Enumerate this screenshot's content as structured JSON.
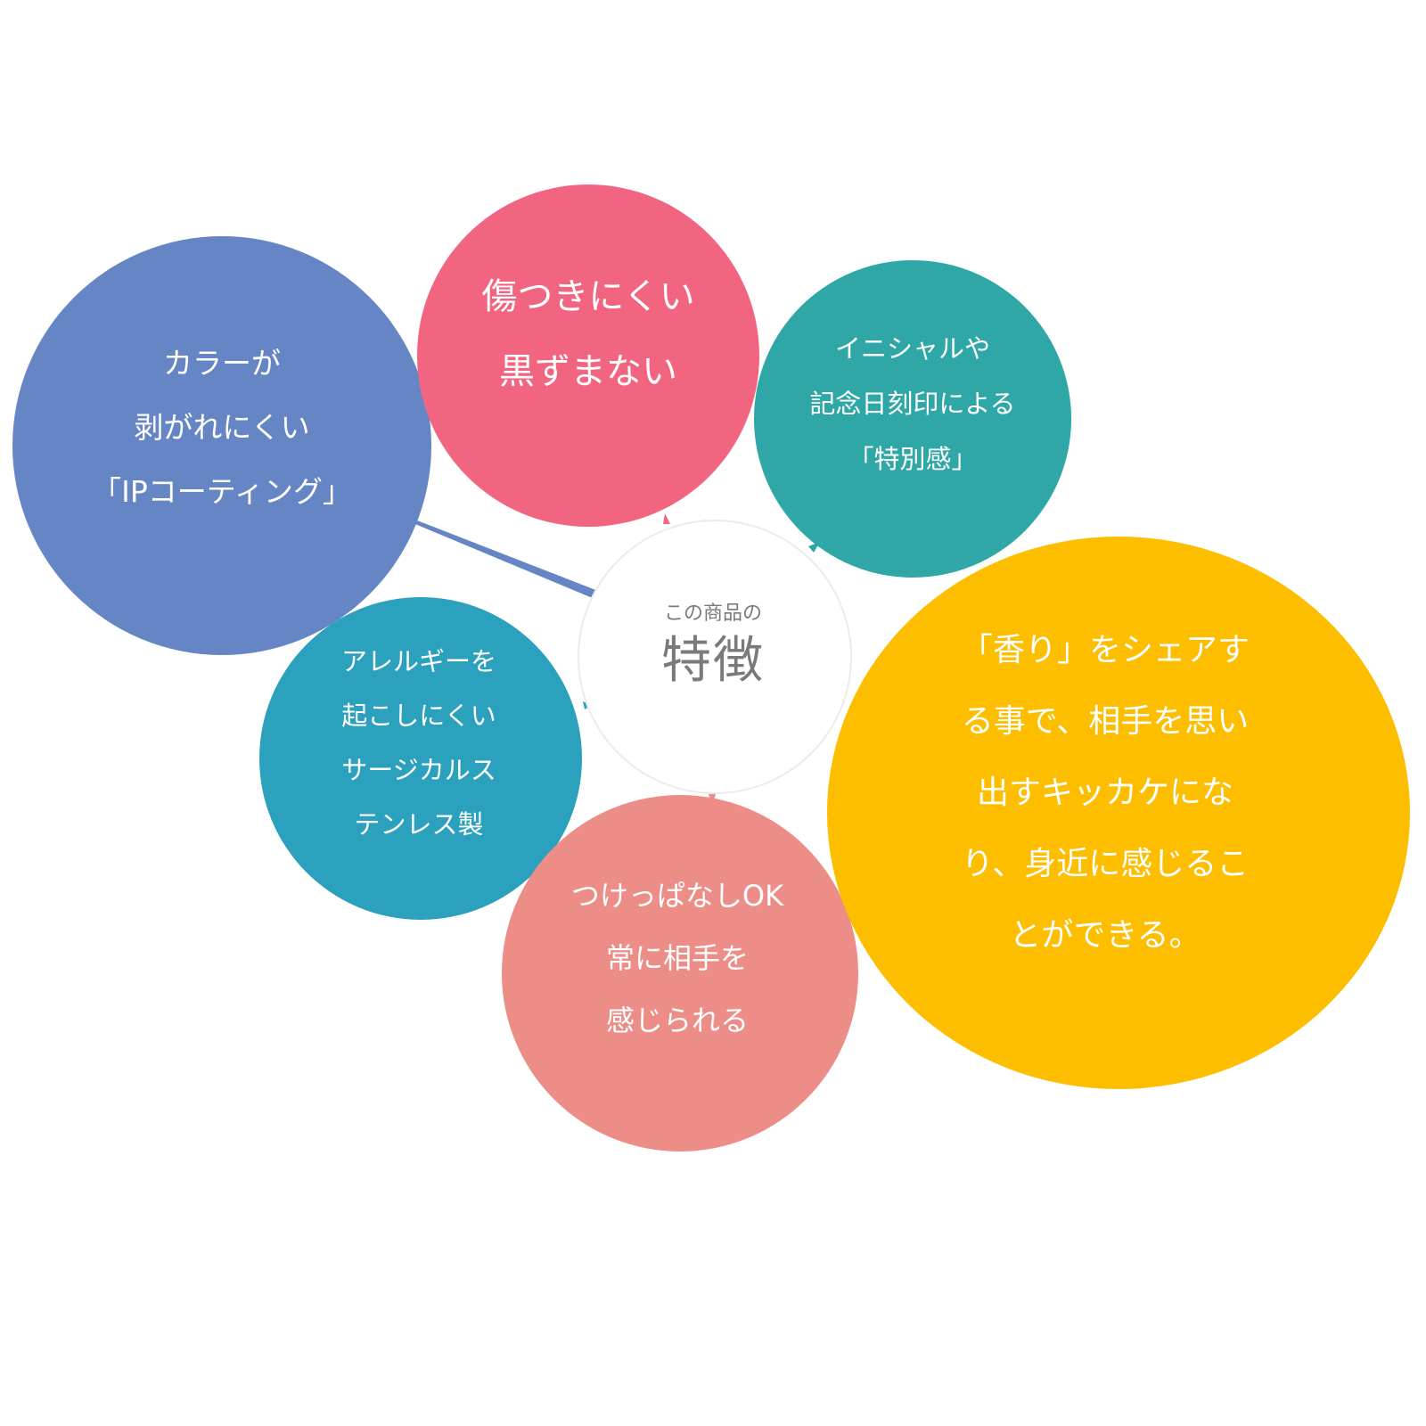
{
  "colors": {
    "background": "#ffffff",
    "blue": "#6585C4",
    "pink": "#F26580",
    "teal": "#2EA7A6",
    "yellow": "#FDBE00",
    "cyan": "#2BA1BD",
    "salmon": "#EC8D87",
    "center_fill": "#ffffff",
    "center_border": "#EBEBEB",
    "center_text": "#7a7a7a",
    "bubble_text": "#ffffff"
  },
  "center": {
    "subtitle": "この商品の",
    "title": "特徴"
  },
  "features": [
    {
      "id": "blue",
      "lines": [
        "カラーが",
        "剥がれにくい",
        "「IPコーティング」"
      ]
    },
    {
      "id": "pink",
      "lines": [
        "傷つきにくい",
        "黒ずまない"
      ]
    },
    {
      "id": "teal",
      "lines": [
        "イニシャルや",
        "記念日刻印による",
        "「特別感」"
      ]
    },
    {
      "id": "cyan",
      "lines": [
        "アレルギーを",
        "起こしにくい",
        "サージカルス",
        "テンレス製"
      ]
    },
    {
      "id": "salmon",
      "lines": [
        "つけっぱなしOK",
        "常に相手を",
        "感じられる"
      ]
    },
    {
      "id": "yellow",
      "lines": [
        "「香り」をシェアす",
        "る事で、相手を思い",
        "出すキッカケにな",
        "り、身近に感じるこ",
        "とができる。"
      ]
    }
  ]
}
